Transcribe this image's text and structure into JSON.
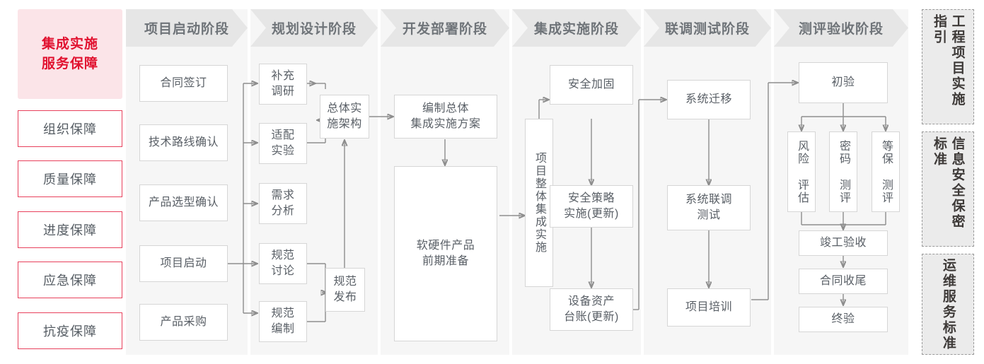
{
  "left_panel": {
    "hero": {
      "line1": "集成实施",
      "line2": "服务保障"
    },
    "items": [
      {
        "label": "组织保障"
      },
      {
        "label": "质量保障"
      },
      {
        "label": "进度保障"
      },
      {
        "label": "应急保障"
      },
      {
        "label": "抗疫保障"
      }
    ]
  },
  "phases": [
    {
      "id": "p1",
      "title": "项目启动阶段",
      "nodes": [
        {
          "key": "n_ht",
          "label": "合同签订"
        },
        {
          "key": "n_js",
          "label": "技术路线确认"
        },
        {
          "key": "n_cp",
          "label": "产品选型确认"
        },
        {
          "key": "n_xm",
          "label": "项目启动"
        },
        {
          "key": "n_cg",
          "label": "产品采购"
        }
      ]
    },
    {
      "id": "p2",
      "title": "规划设计阶段",
      "nodes": [
        {
          "key": "n_bc",
          "label": "补充\n调研"
        },
        {
          "key": "n_sp",
          "label": "适配\n实验"
        },
        {
          "key": "n_xq",
          "label": "需求\n分析"
        },
        {
          "key": "n_gft",
          "label": "规范\n讨论"
        },
        {
          "key": "n_gfb",
          "label": "规范\n编制"
        },
        {
          "key": "n_zt",
          "label": "总体实\n施架构"
        },
        {
          "key": "n_gff",
          "label": "规范\n发布"
        }
      ]
    },
    {
      "id": "p3",
      "title": "开发部署阶段",
      "nodes": [
        {
          "key": "n_bz",
          "label": "编制总体\n集成实施方案"
        },
        {
          "key": "n_rj",
          "label": "软硬件产品\n前期准备"
        }
      ]
    },
    {
      "id": "p4",
      "title": "集成实施阶段",
      "nodes": [
        {
          "key": "n_zz",
          "label": "项目整体集成实施"
        },
        {
          "key": "n_aq",
          "label": "安全加固"
        },
        {
          "key": "n_ac",
          "label": "安全策略\n实施(更新)"
        },
        {
          "key": "n_sb",
          "label": "设备资产\n台账(更新)"
        }
      ]
    },
    {
      "id": "p5",
      "title": "联调测试阶段",
      "nodes": [
        {
          "key": "n_qy",
          "label": "系统迁移"
        },
        {
          "key": "n_lc",
          "label": "系统联调\n测试"
        },
        {
          "key": "n_px",
          "label": "项目培训"
        }
      ]
    },
    {
      "id": "p6",
      "title": "测评验收阶段",
      "nodes": [
        {
          "key": "n_cy",
          "label": "初验"
        },
        {
          "key": "n_fx",
          "label": "风险\n评估"
        },
        {
          "key": "n_mm",
          "label": "密码\n测评"
        },
        {
          "key": "n_db",
          "label": "等保\n测评"
        },
        {
          "key": "n_jg",
          "label": "竣工验收"
        },
        {
          "key": "n_hs",
          "label": "合同收尾"
        },
        {
          "key": "n_zy",
          "label": "终验"
        }
      ]
    }
  ],
  "sidebar": {
    "items": [
      {
        "label": "工程项目实施指引"
      },
      {
        "label": "信息安全保密标准"
      },
      {
        "label": "运维服务标准"
      }
    ]
  },
  "colors": {
    "accent_red": "#e1112f",
    "accent_border": "#e8415c",
    "hero_bg": "#fbe4e8",
    "phase_bg": "#f6f6f6",
    "phase_head_bg": "#e6e6e6",
    "phase_head_text": "#6f7479",
    "node_border": "#d6d6d6",
    "node_text": "#595f66",
    "wire": "#8d8d8d",
    "sidebar_bg": "#ebebeb",
    "sidebar_border": "#9a9a9a"
  }
}
